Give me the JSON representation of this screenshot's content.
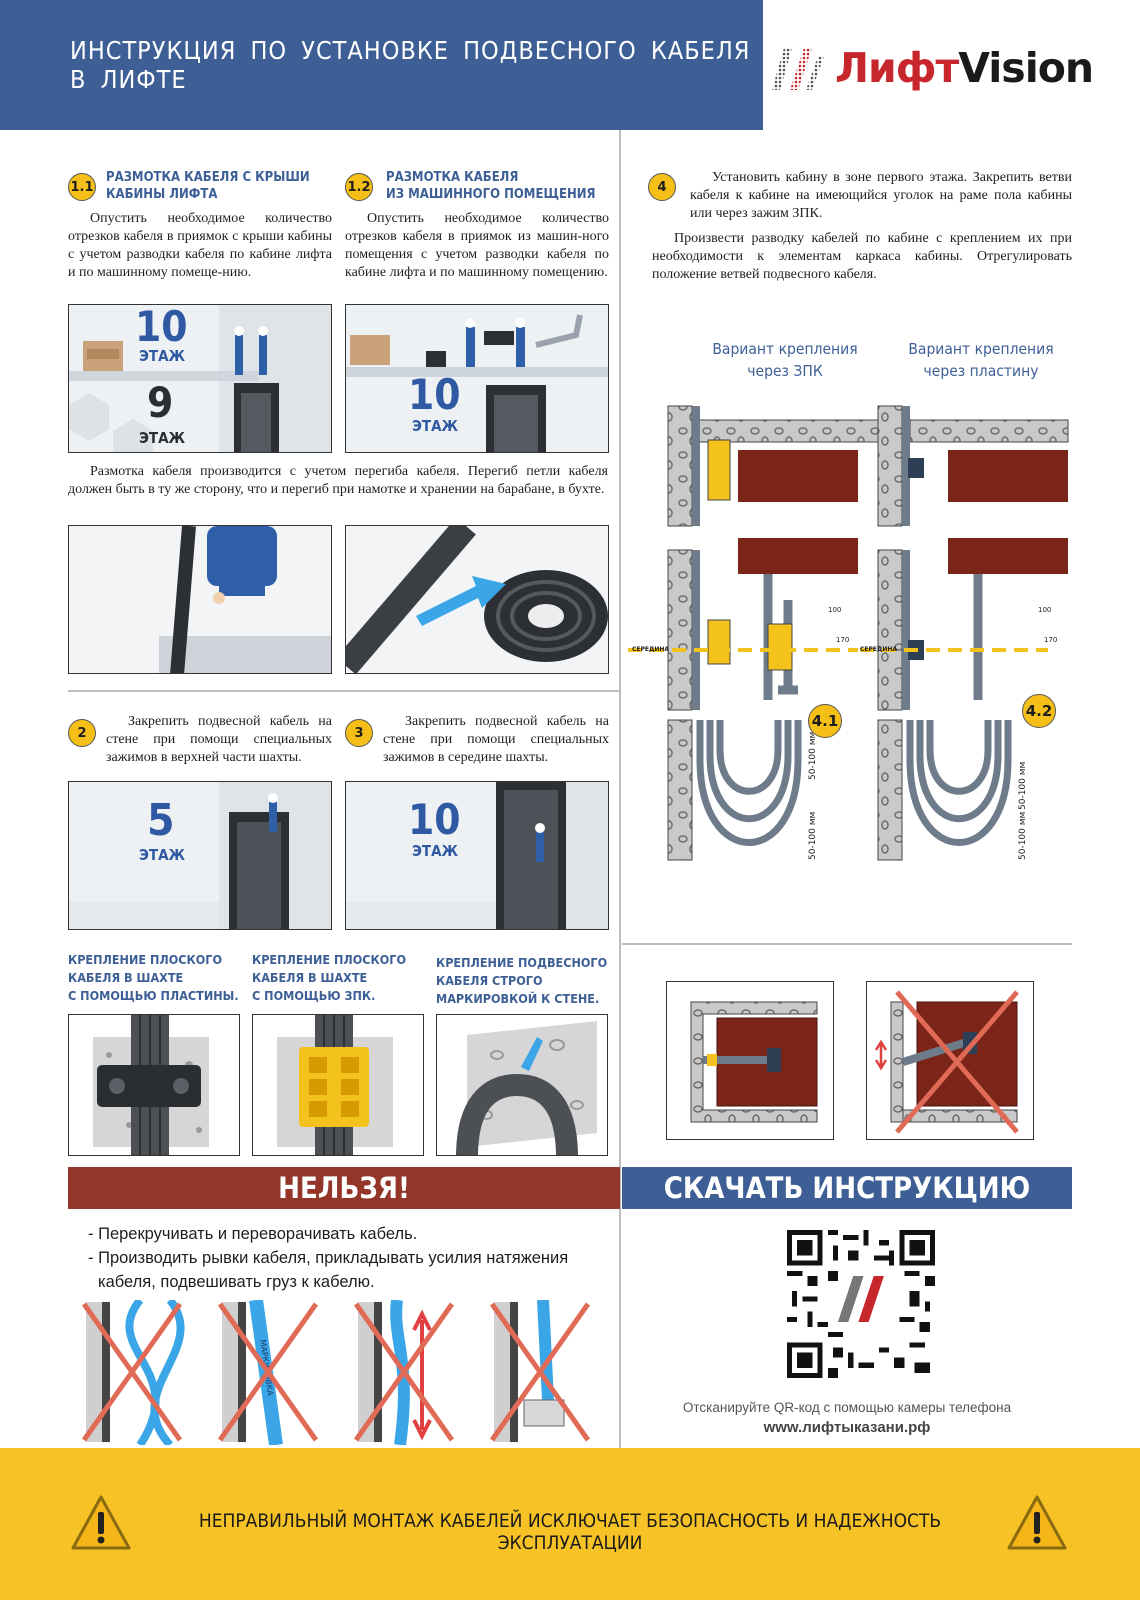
{
  "header": {
    "title": "ИНСТРУКЦИЯ ПО УСТАНОВКЕ ПОДВЕСНОГО КАБЕЛЯ В ЛИФТЕ",
    "logo_text_a": "Лифт",
    "logo_text_b": "Vision"
  },
  "colors": {
    "brand_blue": "#3d5f96",
    "warning_red": "#94352a",
    "accent_yellow": "#f6c226"
  },
  "s11": {
    "num": "1.1",
    "title_l1": "РАЗМОТКА КАБЕЛЯ С КРЫШИ",
    "title_l2": "КАБИНЫ ЛИФТА",
    "text": "Опустить необходимое количество отрезков кабеля в приямок с крыши кабины с учетом разводки кабеля по кабине лифта и по машинному помеще-нию.",
    "floor_top": "10",
    "floor_bottom": "9",
    "floor_word": "ЭТАЖ"
  },
  "s12": {
    "num": "1.2",
    "title_l1": "РАЗМОТКА КАБЕЛЯ",
    "title_l2": "ИЗ МАШИННОГО ПОМЕЩЕНИЯ",
    "text": "Опустить необходимое количество отрезков кабеля в приямок из машин-ного помещения с учетом разводки кабеля по кабине лифта и по машинному помещению.",
    "floor": "10",
    "floor_word": "ЭТАЖ"
  },
  "bend_text": "Размотка кабеля производится с учетом перегиба кабеля. Перегиб петли кабеля должен быть в ту же сторону, что и перегиб при намотке и хранении на барабане, в бухте.",
  "s2": {
    "num": "2",
    "text": "Закрепить подвесной кабель на стене при помощи специальных зажимов в верхней части шахты.",
    "floor": "5",
    "floor_word": "ЭТАЖ"
  },
  "s3": {
    "num": "3",
    "text": "Закрепить подвесной кабель на стене при помощи специальных зажимов в середине шахты.",
    "floor": "10",
    "floor_word": "ЭТАЖ"
  },
  "c1": {
    "l1": "КРЕПЛЕНИЕ ПЛОСКОГО",
    "l2": "КАБЕЛЯ В ШАХТЕ",
    "l3": "С ПОМОЩЬЮ ПЛАСТИНЫ."
  },
  "c2": {
    "l1": "КРЕПЛЕНИЕ ПЛОСКОГО",
    "l2": "КАБЕЛЯ В ШАХТЕ",
    "l3": "С ПОМОЩЬЮ ЗПК."
  },
  "c3": {
    "l1": "КРЕПЛЕНИЕ ПОДВЕСНОГО",
    "l2": "КАБЕЛЯ СТРОГО",
    "l3": "МАРКИРОВКОЙ К СТЕНЕ."
  },
  "s4": {
    "num": "4",
    "text1": "Установить кабину в зоне первого этажа. Закрепить ветви кабеля к кабине на имеющийся уголок на раме пола кабины или через зажим ЗПК.",
    "text2": "Произвести разводку кабелей по кабине с креплением их при необходимости к элементам каркаса кабины. Отрегулировать положение ветвей подвесного кабеля."
  },
  "variants": {
    "a_l1": "Вариант крепления",
    "a_l2": "через ЗПК",
    "b_l1": "Вариант крепления",
    "b_l2": "через пластину",
    "label_a": "4.1",
    "label_b": "4.2",
    "middle": "СЕРЕДИНА",
    "dim_small": "100",
    "dim_large": "170",
    "gap1": "50-100 мм",
    "gap2": "50-100 мм"
  },
  "forbidden": {
    "title": "НЕЛЬЗЯ!",
    "items": [
      "- Перекручивать и переворачивать кабель.",
      "- Производить рывки кабеля, прикладывать усилия натяжения кабеля, подвешивать груз к кабелю."
    ],
    "mark": "МАРКИРОВКА"
  },
  "download": {
    "title": "СКАЧАТЬ ИНСТРУКЦИЮ",
    "hint": "Отсканируйте QR-код с помощью камеры телефона",
    "url": "www.лифтыказани.рф"
  },
  "footer": {
    "text": "НЕПРАВИЛЬНЫЙ МОНТАЖ КАБЕЛЕЙ ИСКЛЮЧАЕТ БЕЗОПАСНОСТЬ И НАДЕЖНОСТЬ ЭКСПЛУАТАЦИИ"
  }
}
